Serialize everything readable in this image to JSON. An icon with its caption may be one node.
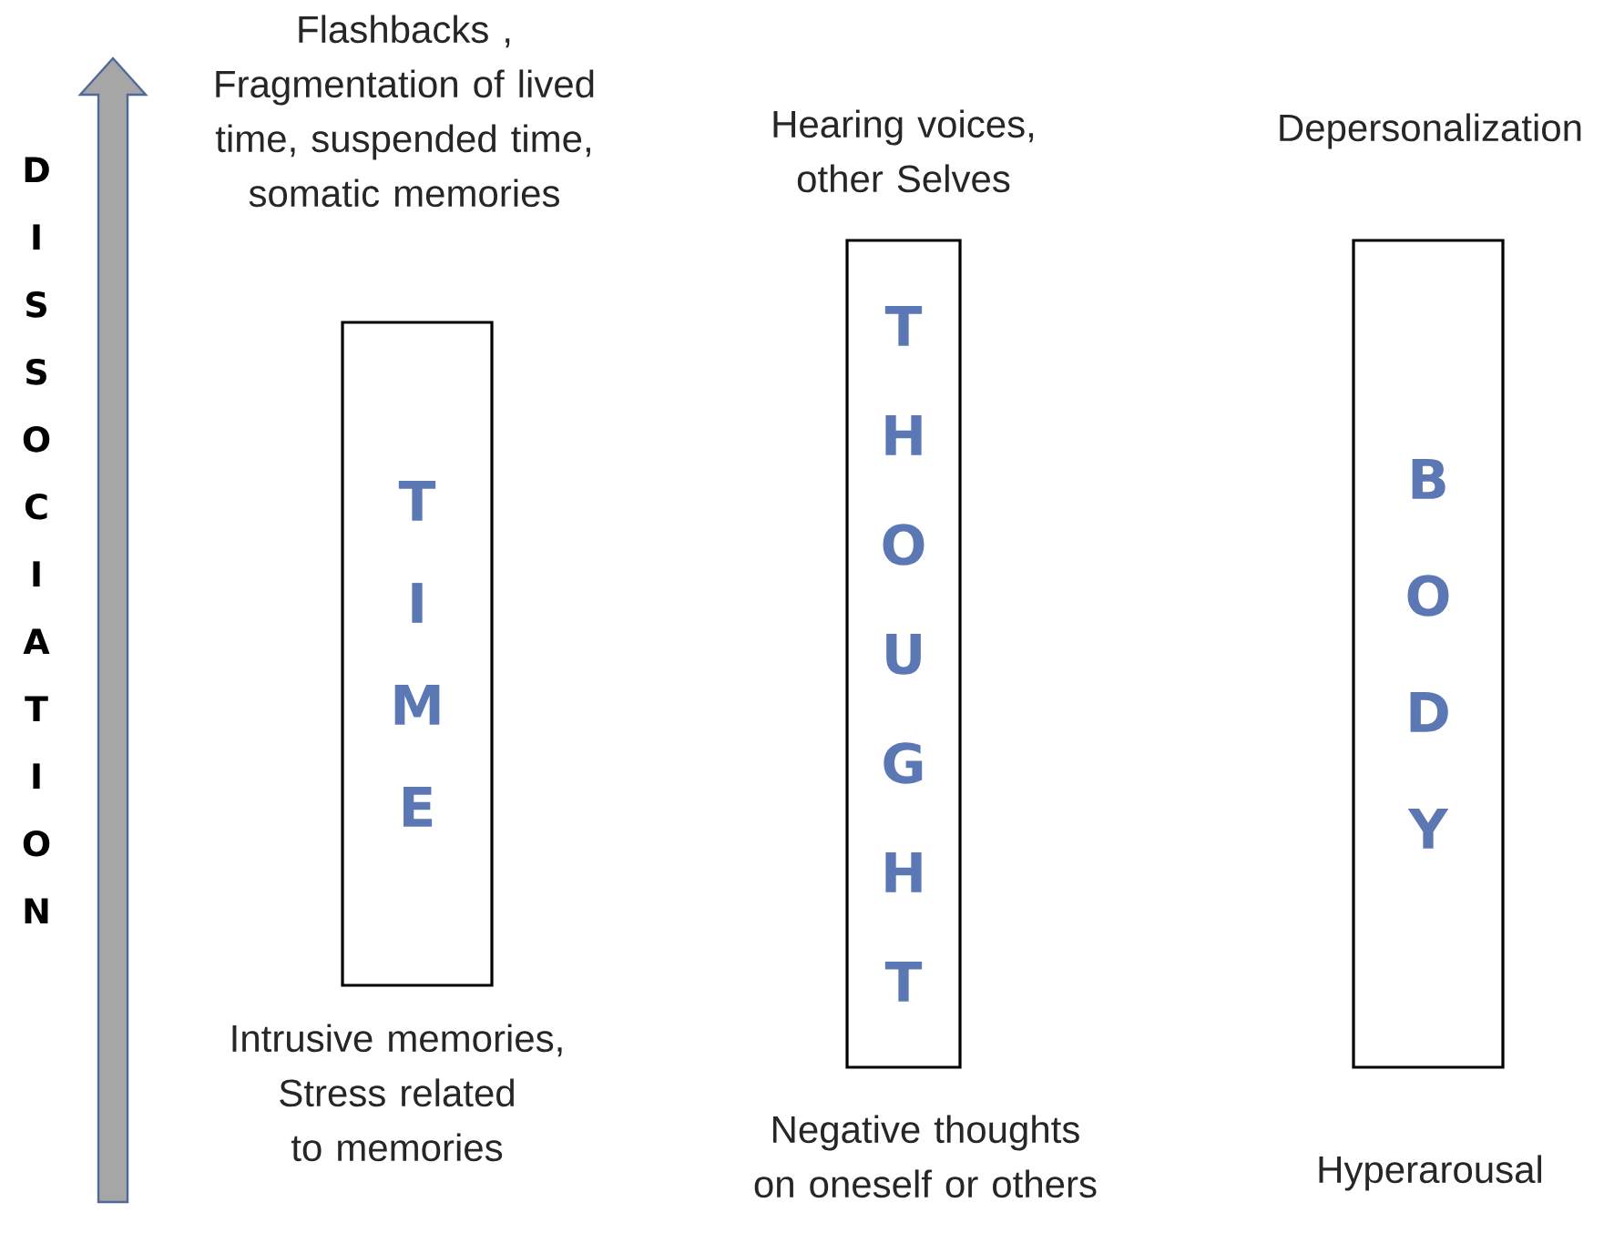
{
  "diagram": {
    "nodes": [
      {
        "text": [
          "Flashbacks , Fragmentation of lived time, suspended time, somatic memories",
          "TIME"
        ],
        "beside": [
          "Intrusive memories, Stress related to memories"
        ]
      },
      {
        "text": [
          "Hearing voices, other Selves",
          "THOUGHT"
        ],
        "beside": [
          "Negative thoughts on oneself or others"
        ]
      },
      {
        "text": [
          "Depersonalization",
          "BODY"
        ],
        "beside": [
          "Hyperarousal"
        ]
      }
    ],
    "labels": [
      "DISSOCIATION"
    ]
  }
}
